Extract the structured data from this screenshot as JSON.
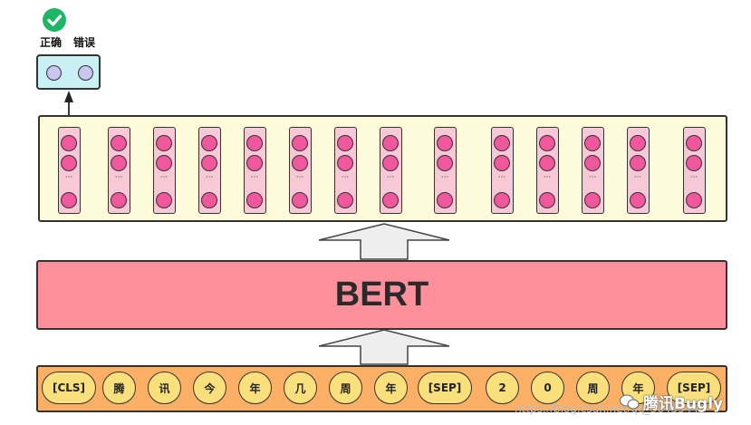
{
  "classifier": {
    "correct_label": "正确",
    "wrong_label": "错误",
    "selected": "correct",
    "check_color": "#1fb567"
  },
  "model": {
    "name": "BERT",
    "color": "#fd909a"
  },
  "output_vectors": {
    "ellipsis": "···"
  },
  "input_tokens": [
    "[CLS]",
    "腾",
    "讯",
    "今",
    "年",
    "几",
    "周",
    "年",
    "[SEP]",
    "2",
    "0",
    "周",
    "年",
    "[SEP]"
  ],
  "watermark": {
    "url": "https://blog.csdn.net/qq_36455445",
    "brand": "腾讯Bugly"
  },
  "colors": {
    "output_layer": "#fdfbd9",
    "vector_bg": "#f7c8d5",
    "vector_dot": "#f0579c",
    "input_layer": "#fbb065",
    "token": "#f9e07c",
    "classifier_box": "#c9f0f3"
  }
}
